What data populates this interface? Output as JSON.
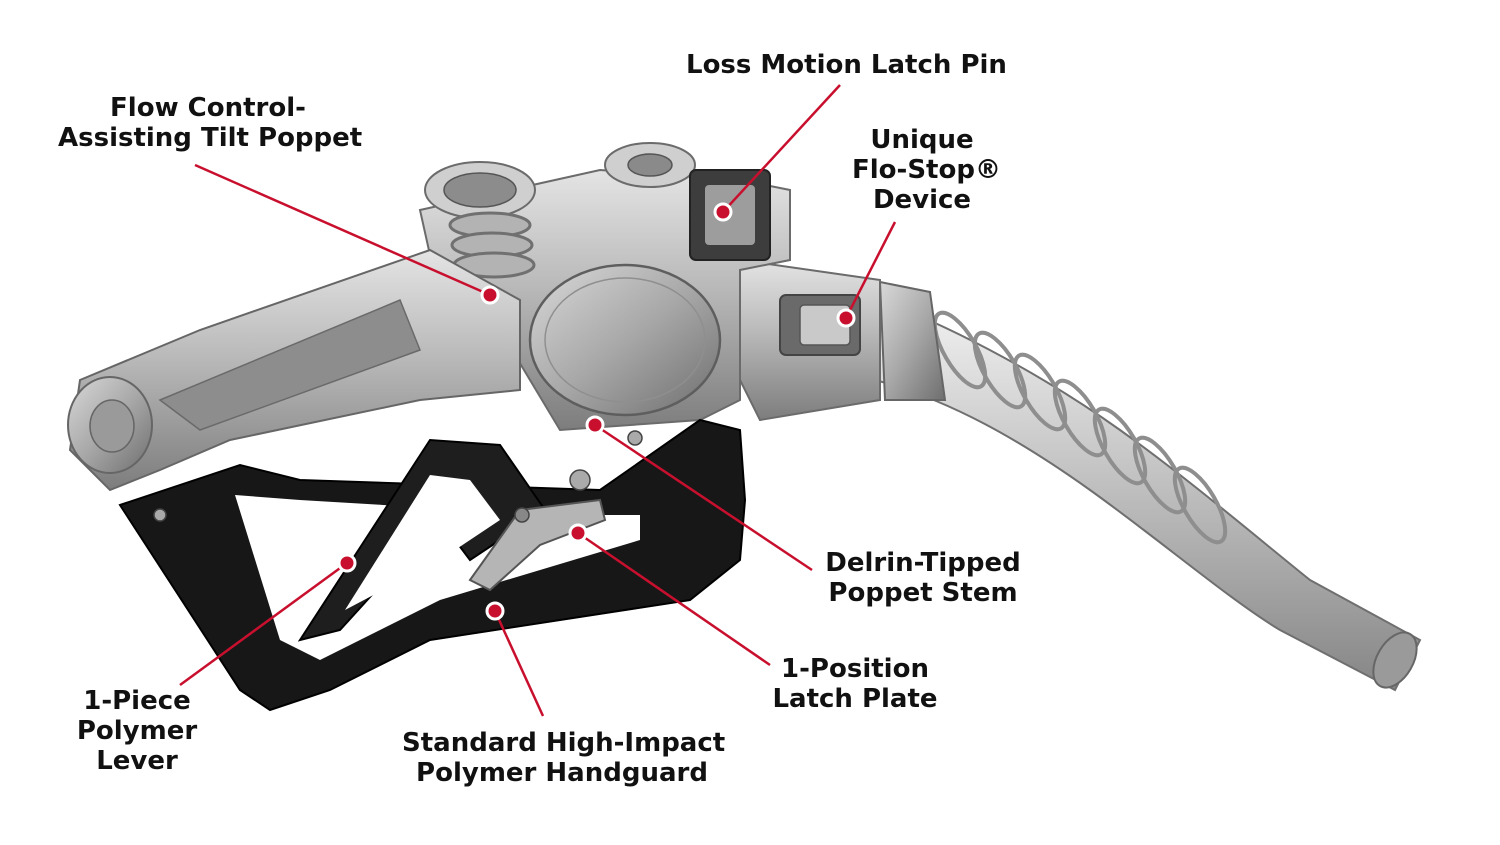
{
  "diagram": {
    "accent_color": "#c8102e",
    "callouts": [
      {
        "id": "loss-motion-latch-pin",
        "lines": [
          "Loss Motion Latch Pin"
        ]
      },
      {
        "id": "flow-control-tilt-poppet",
        "lines": [
          "Flow Control-",
          "Assisting Tilt Poppet"
        ]
      },
      {
        "id": "flo-stop-device",
        "lines": [
          "Unique",
          "Flo-Stop®",
          "Device"
        ]
      },
      {
        "id": "delrin-poppet-stem",
        "lines": [
          "Delrin-Tipped",
          "Poppet Stem"
        ]
      },
      {
        "id": "latch-plate",
        "lines": [
          "1-Position",
          "Latch Plate"
        ]
      },
      {
        "id": "polymer-handguard",
        "lines": [
          "Standard High-Impact",
          "Polymer Handguard"
        ]
      },
      {
        "id": "polymer-lever",
        "lines": [
          "1-Piece",
          "Polymer",
          "Lever"
        ]
      }
    ]
  }
}
